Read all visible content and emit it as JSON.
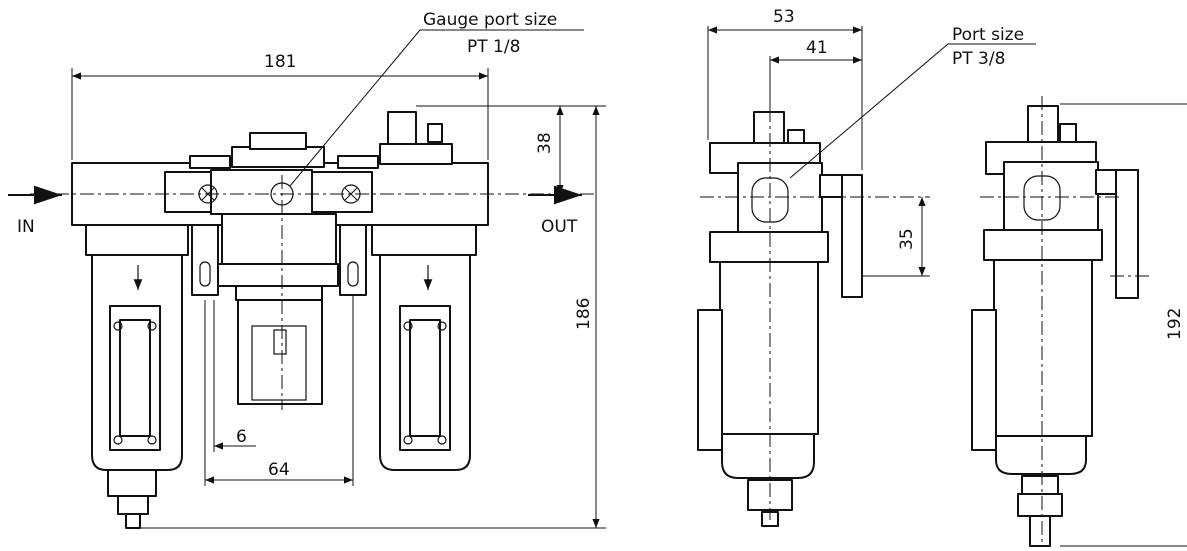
{
  "labels": {
    "gauge_port_title": "Gauge port size",
    "gauge_port_value": "PT 1/8",
    "port_title": "Port size",
    "port_value": "PT 3/8",
    "inlet": "IN",
    "outlet": "OUT"
  },
  "dimensions": {
    "overall_width": "181",
    "top_offset": "38",
    "overall_height": "186",
    "bracket_gap": "6",
    "bracket_pitch": "64",
    "side_depth": "53",
    "side_port_offset": "41",
    "bracket_height": "35",
    "side_height": "192"
  }
}
